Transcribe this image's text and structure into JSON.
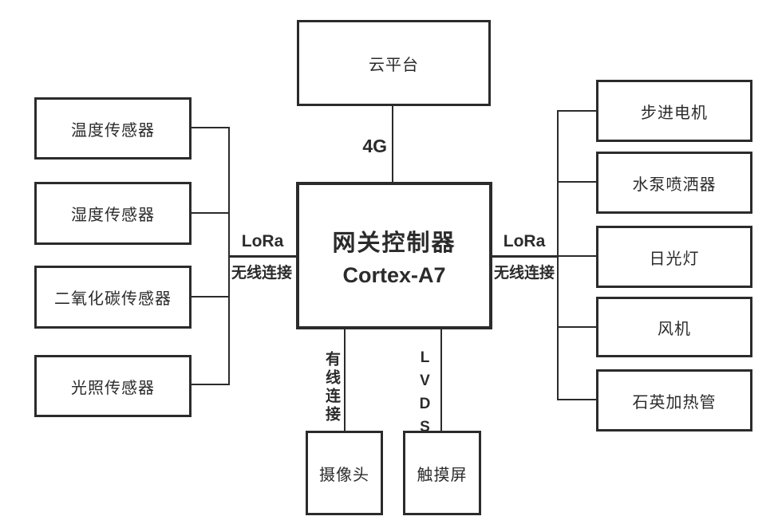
{
  "colors": {
    "background": "#ffffff",
    "line": "#2b2b2b",
    "text": "#2b2b2b"
  },
  "nodes": {
    "cloud": "云平台",
    "gateway": {
      "line1": "网关控制器",
      "line2": "Cortex-A7"
    },
    "sensors": [
      "温度传感器",
      "湿度传感器",
      "二氧化碳传感器",
      "光照传感器"
    ],
    "actuators": [
      "步进电机",
      "水泵喷洒器",
      "日光灯",
      "风机",
      "石英加热管"
    ],
    "camera": "摄像头",
    "touchscreen": "触摸屏"
  },
  "links": {
    "cloud_gateway": "4G",
    "left": {
      "protocol": "LoRa",
      "type": "无线连接"
    },
    "right": {
      "protocol": "LoRa",
      "type": "无线连接"
    },
    "camera": "有线连接",
    "touchscreen": "LVDS"
  }
}
